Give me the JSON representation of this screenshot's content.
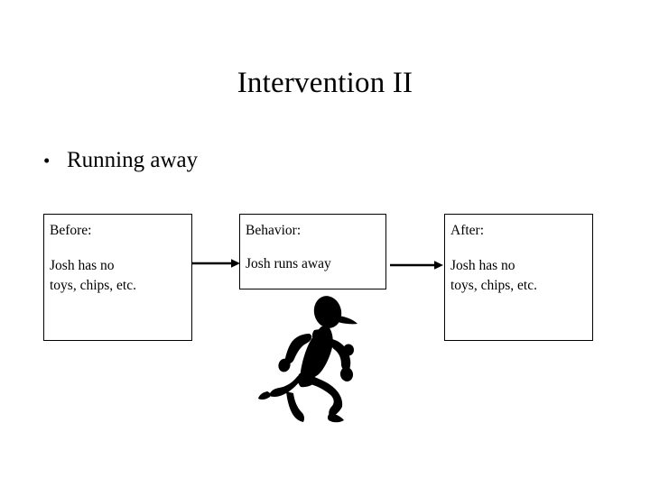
{
  "slide": {
    "title": "Intervention II",
    "background_color": "#ffffff",
    "text_color": "#000000"
  },
  "bullet": {
    "glyph": "•",
    "text": "Running away"
  },
  "boxes": [
    {
      "name": "before",
      "heading": "Before:",
      "body": "Josh has no\ntoys, chips, etc."
    },
    {
      "name": "behavior",
      "heading": "Behavior:",
      "body": "Josh runs away"
    },
    {
      "name": "after",
      "heading": "After:",
      "body": "Josh has no\ntoys, chips, etc."
    }
  ],
  "arrows": [
    {
      "name": "arrow-before-to-behavior",
      "direction": "right"
    },
    {
      "name": "arrow-behavior-to-after",
      "direction": "right"
    }
  ],
  "clipart": {
    "name": "running-person-icon",
    "description": "Black silhouette of a running person",
    "color": "#000000"
  }
}
